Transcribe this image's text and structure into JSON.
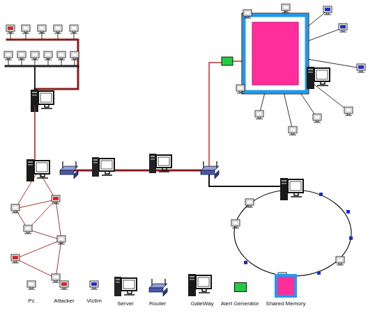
{
  "diagram": {
    "legend": [
      {
        "text": "Pc"
      },
      {
        "text": "Attacker"
      },
      {
        "text": "Victim"
      },
      {
        "text": "Server"
      },
      {
        "text": "Router"
      },
      {
        "text": "GateWay"
      },
      {
        "text": "Alert Generator",
        "color": "#22cc44"
      },
      {
        "text": "Shared Memory",
        "color": "#ff2e9a"
      }
    ]
  }
}
